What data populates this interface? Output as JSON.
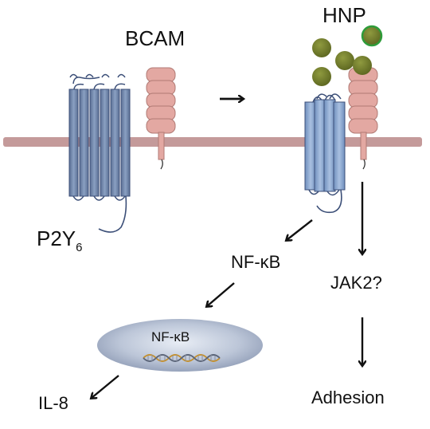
{
  "labels": {
    "bcam": "BCAM",
    "hnp": "HNP",
    "p2y_main": "P2Y",
    "p2y_sub": "6",
    "nfkb_cytoplasm": "NF-κB",
    "nfkb_nucleus": "NF-κB",
    "jak2": "JAK2?",
    "il8": "IL-8",
    "adhesion": "Adhesion"
  },
  "colors": {
    "membrane": "#c49a9a",
    "receptor_fill": "#6f85a8",
    "receptor_stroke": "#3c4f78",
    "bcam_fill": "#e3a8a2",
    "bcam_stroke": "#b07a74",
    "hnp_particle": "#6e7a2a",
    "hnp_highlight_ring": "#2e9c3a",
    "nucleus": "#b8c2d6",
    "arrow": "#111111"
  },
  "icons": {
    "dna": "dna-helix-icon",
    "arrow": "arrow-icon"
  }
}
